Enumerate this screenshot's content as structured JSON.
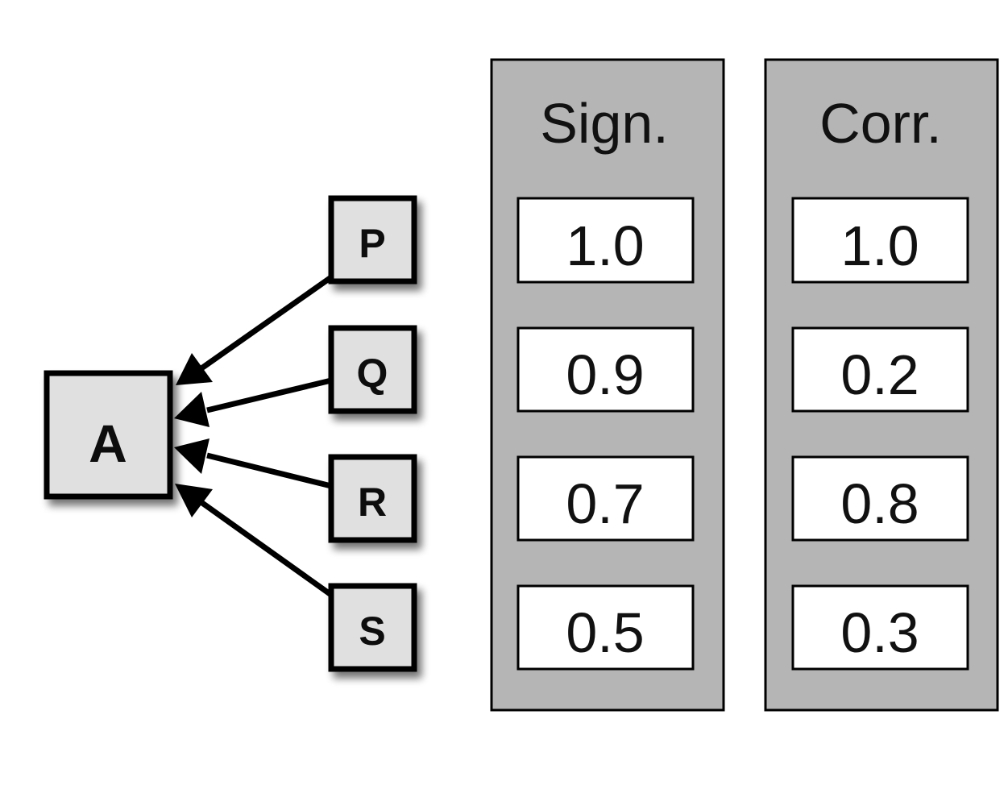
{
  "target_node": {
    "label": "A"
  },
  "source_nodes": [
    {
      "label": "P"
    },
    {
      "label": "Q"
    },
    {
      "label": "R"
    },
    {
      "label": "S"
    }
  ],
  "panels": [
    {
      "title": "Sign.",
      "values": [
        "1.0",
        "0.9",
        "0.7",
        "0.5"
      ]
    },
    {
      "title": "Corr.",
      "values": [
        "1.0",
        "0.2",
        "0.8",
        "0.3"
      ]
    }
  ],
  "colors": {
    "node_fill": "#e0e0e0",
    "panel_fill": "#b5b5b5",
    "value_fill": "#ffffff",
    "stroke": "#000000"
  }
}
